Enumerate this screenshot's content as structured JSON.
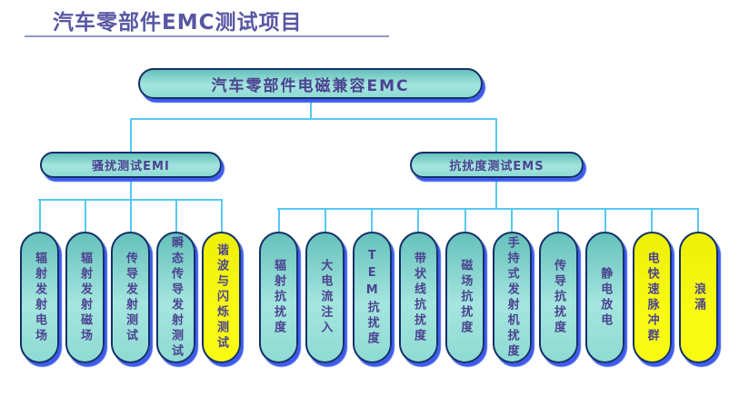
{
  "page": {
    "title": "汽车零部件EMC测试项目"
  },
  "tree": {
    "root": {
      "label": "汽车零部件电磁兼容EMC"
    },
    "branches": [
      {
        "label": "骚扰测试EMI",
        "children": [
          {
            "label": "辐射发射电场",
            "highlight": false
          },
          {
            "label": "辐射发射磁场",
            "highlight": false
          },
          {
            "label": "传导发射测试",
            "highlight": false
          },
          {
            "label": "瞬态传导发射测试",
            "highlight": false
          },
          {
            "label": "谐波与闪烁测试",
            "highlight": true
          }
        ]
      },
      {
        "label": "抗扰度测试EMS",
        "children": [
          {
            "label": "辐射抗扰度",
            "highlight": false
          },
          {
            "label": "大电流注入",
            "highlight": false
          },
          {
            "label": "TEM抗扰度",
            "highlight": false
          },
          {
            "label": "带状线抗扰度",
            "highlight": false
          },
          {
            "label": "磁场抗扰度",
            "highlight": false
          },
          {
            "label": "手持式发射机扰度",
            "highlight": false
          },
          {
            "label": "传导抗扰度",
            "highlight": false
          },
          {
            "label": "静电放电",
            "highlight": false
          },
          {
            "label": "电快速脉冲群",
            "highlight": true
          },
          {
            "label": "浪涌",
            "highlight": true
          }
        ]
      }
    ]
  },
  "colors": {
    "title_text": "#5857a3",
    "rule": "#9595cc",
    "connector": "#55c9f2",
    "node_border": "#14306a",
    "node_fill": "#a4e5df",
    "node_fill_dark": "#66c1bb",
    "node_text": "#4c4391",
    "shadow": "#3d5cee",
    "highlight_fill": "#f8fa14",
    "highlight_fill_dark": "#edf005"
  }
}
